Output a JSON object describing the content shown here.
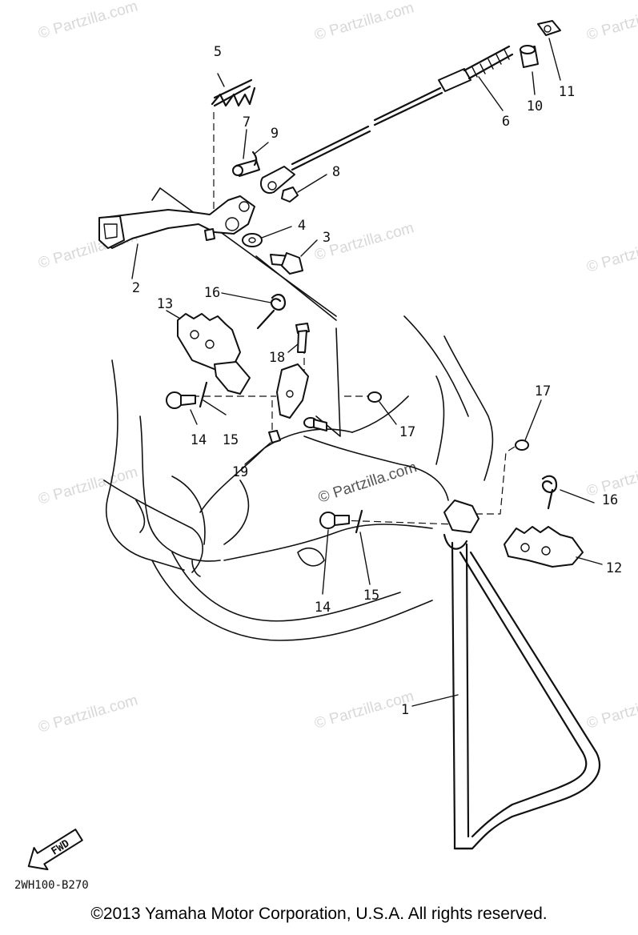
{
  "watermark": {
    "text": "© Partzilla.com",
    "prominent_text": "© Partzilla.com"
  },
  "diagram_code": "2WH100-B270",
  "fwd_label": "FWD",
  "copyright": "©2013  Yamaha Motor Corporation, U.S.A. All rights reserved.",
  "parts": [
    {
      "number": "1"
    },
    {
      "number": "2"
    },
    {
      "number": "3"
    },
    {
      "number": "4"
    },
    {
      "number": "5"
    },
    {
      "number": "6"
    },
    {
      "number": "7"
    },
    {
      "number": "8"
    },
    {
      "number": "9"
    },
    {
      "number": "10"
    },
    {
      "number": "11"
    },
    {
      "number": "12"
    },
    {
      "number": "13"
    },
    {
      "number": "14"
    },
    {
      "number": "14"
    },
    {
      "number": "15"
    },
    {
      "number": "15"
    },
    {
      "number": "16"
    },
    {
      "number": "16"
    },
    {
      "number": "17"
    },
    {
      "number": "17"
    },
    {
      "number": "18"
    },
    {
      "number": "19"
    }
  ]
}
